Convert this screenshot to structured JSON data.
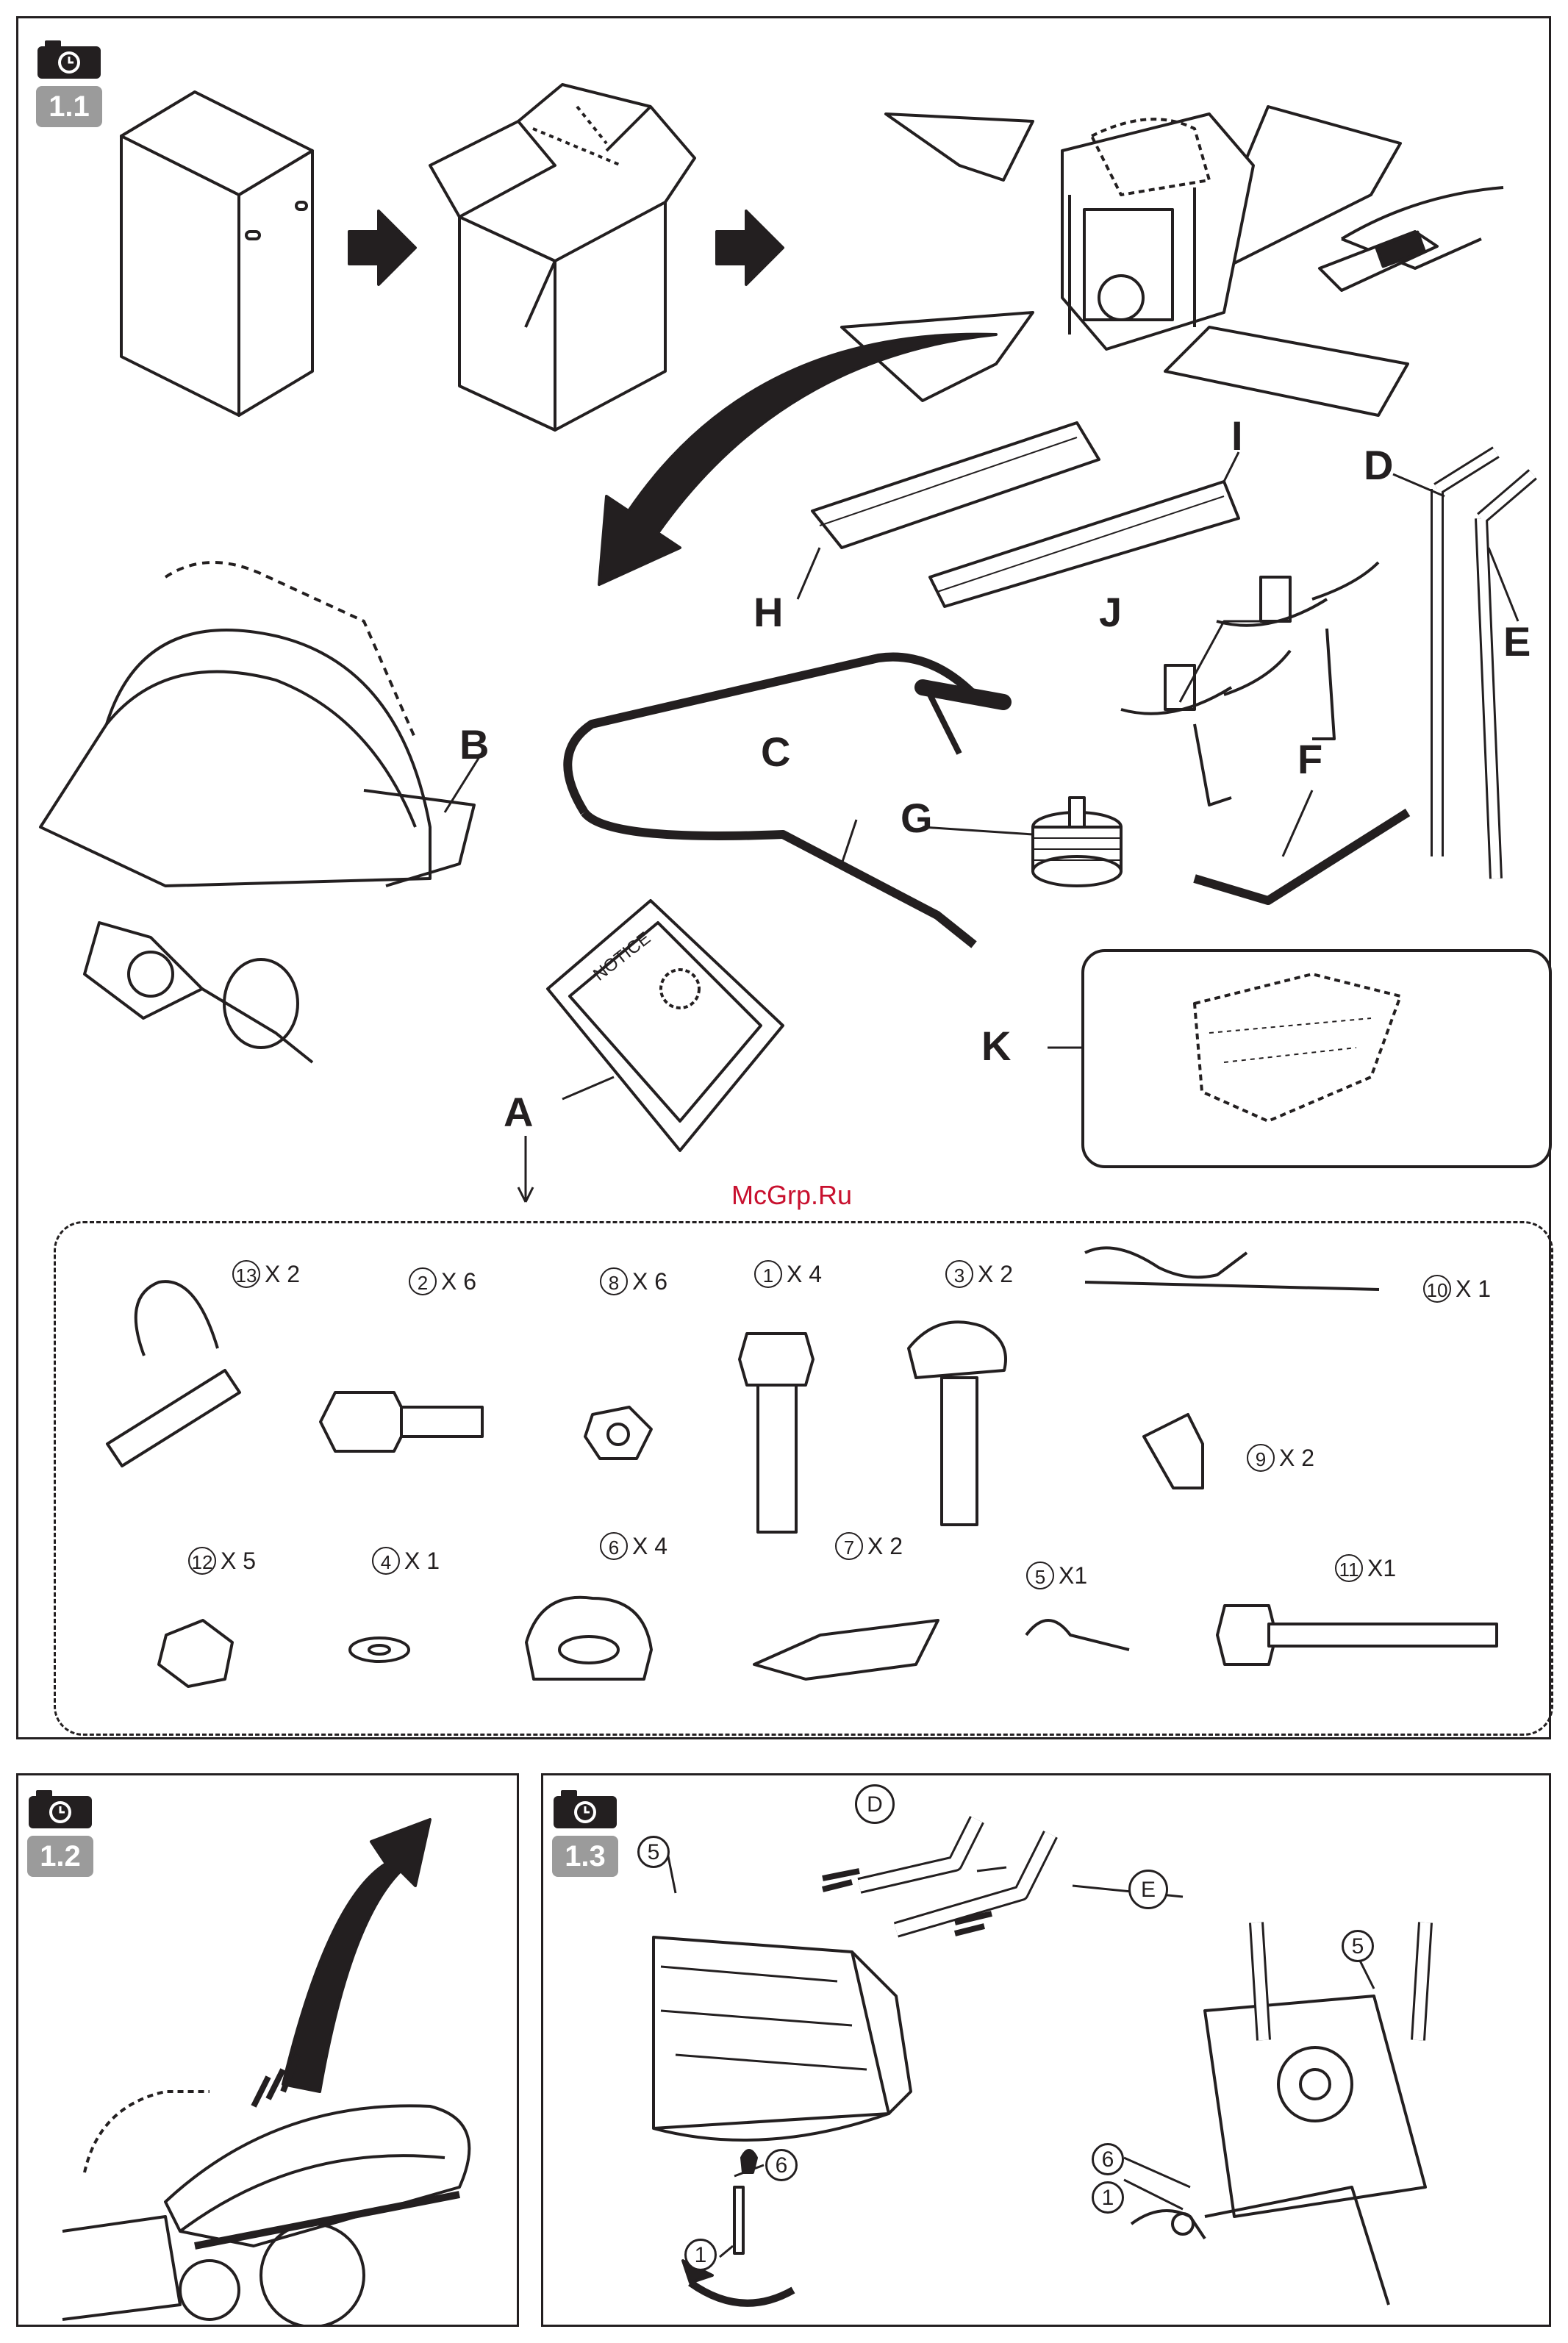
{
  "watermark": "McGrp.Ru",
  "steps": [
    {
      "id": "step-1-1",
      "label": "1.1"
    },
    {
      "id": "step-1-2",
      "label": "1.2"
    },
    {
      "id": "step-1-3",
      "label": "1.3"
    }
  ],
  "parts": {
    "A": "A",
    "B": "B",
    "C": "C",
    "D": "D",
    "E": "E",
    "F": "F",
    "G": "G",
    "H": "H",
    "I": "I",
    "J": "J",
    "K": "K"
  },
  "notice_text": "NOTICE",
  "hardware": [
    {
      "num": "13",
      "qty": "X 2"
    },
    {
      "num": "2",
      "qty": "X 6"
    },
    {
      "num": "8",
      "qty": "X 6"
    },
    {
      "num": "1",
      "qty": "X 4"
    },
    {
      "num": "3",
      "qty": "X 2"
    },
    {
      "num": "10",
      "qty": "X 1"
    },
    {
      "num": "9",
      "qty": "X 2"
    },
    {
      "num": "12",
      "qty": "X 5"
    },
    {
      "num": "4",
      "qty": "X 1"
    },
    {
      "num": "6",
      "qty": "X 4"
    },
    {
      "num": "7",
      "qty": "X 2"
    },
    {
      "num": "5",
      "qty": "X1"
    },
    {
      "num": "11",
      "qty": "X1"
    }
  ],
  "step13_callouts": {
    "c5a": "5",
    "c6a": "6",
    "c1a": "1",
    "c5b": "5",
    "c6b": "6",
    "c1b": "1",
    "D": "D",
    "E": "E"
  },
  "icons": [
    "camera-icon",
    "arrow-right-icon",
    "curved-arrow-icon",
    "rotate-arrow-icon"
  ]
}
